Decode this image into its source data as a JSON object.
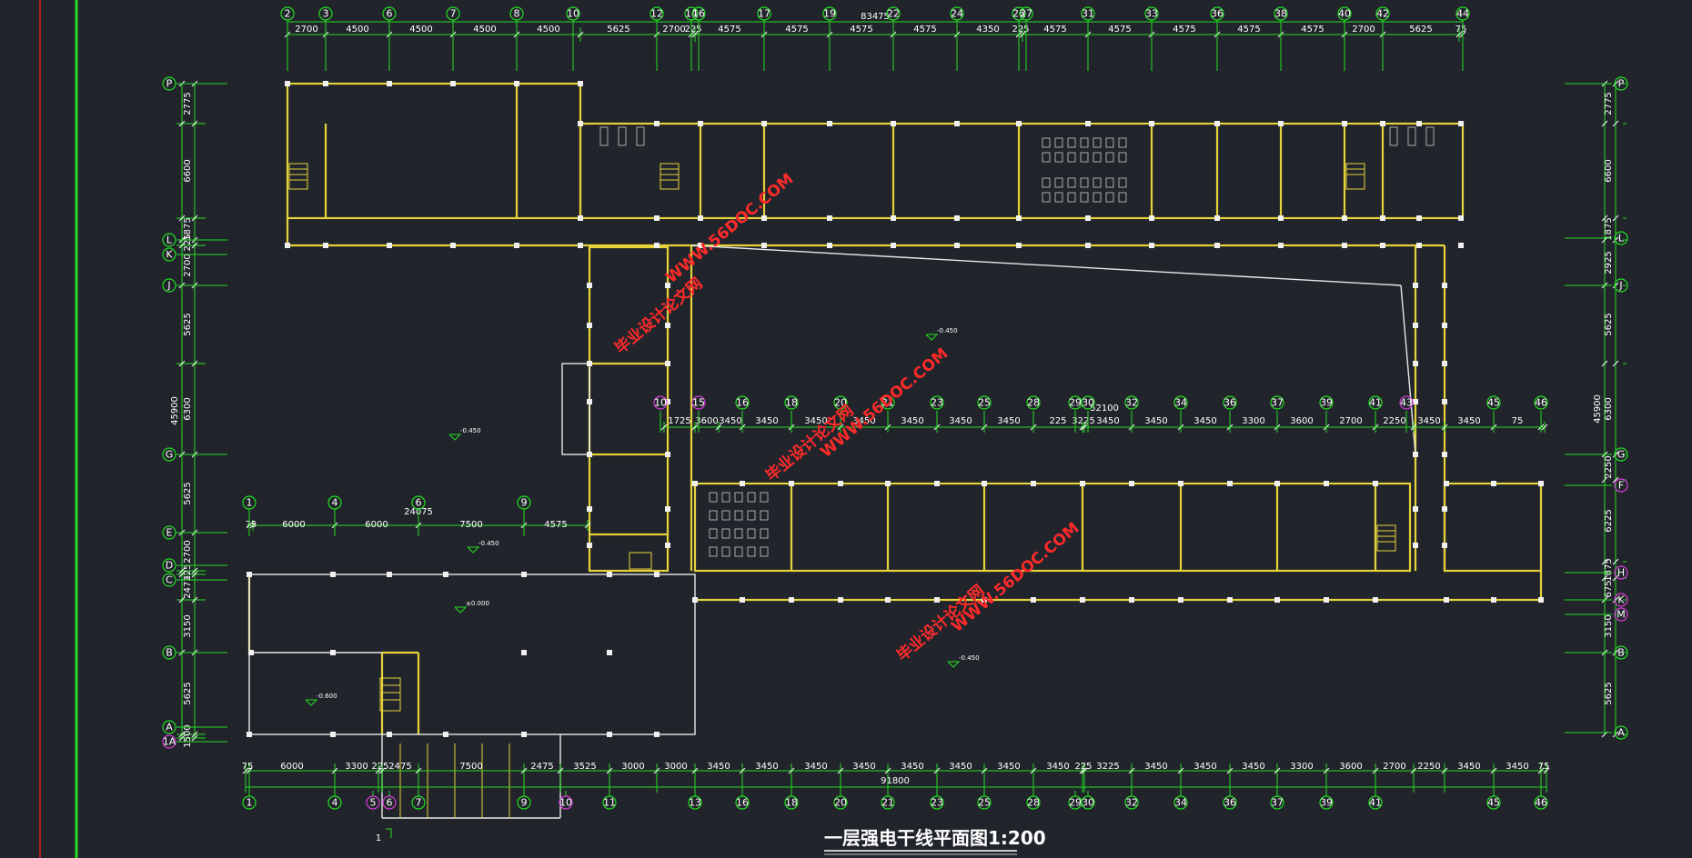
{
  "drawing_title": "一层强电干线平面图1:200",
  "section_mark": "1",
  "watermark": {
    "site": "WWW.56DOC.COM",
    "cn": "毕业设计论文网"
  },
  "top_axes": [
    "2",
    "3",
    "6",
    "7",
    "8",
    "10",
    "12",
    "14",
    "16",
    "17",
    "19",
    "22",
    "24",
    "26",
    "27",
    "31",
    "33",
    "36",
    "38",
    "40",
    "42",
    "44"
  ],
  "top_total": "83475",
  "top_dims": [
    "2700",
    "4500",
    "4500",
    "4500",
    "4500",
    "5625",
    "2700",
    "225",
    "4575",
    "4575",
    "4575",
    "4575",
    "4350",
    "225",
    "4575",
    "4575",
    "4575",
    "4575",
    "4575",
    "2700",
    "5625",
    "75"
  ],
  "left_axes": [
    "P",
    "L",
    "K",
    "J",
    "G",
    "E",
    "D",
    "C",
    "B",
    "A",
    "1A"
  ],
  "left_dims": [
    "2775",
    "6600",
    "1875",
    "225",
    "2700",
    "5625",
    "6300",
    "5625",
    "2700",
    "225",
    "2475",
    "3150",
    "5625",
    "1500"
  ],
  "left_total": "45900",
  "right_axes": [
    "P",
    "L",
    "J",
    "G",
    "F",
    "H",
    "K",
    "M",
    "B",
    "A"
  ],
  "right_dims": [
    "2775",
    "6600",
    "1875",
    "2925",
    "5625",
    "6300",
    "2250",
    "6225",
    "1875",
    "675",
    "3150",
    "5625"
  ],
  "right_total": "45900",
  "mid_axes": [
    "10",
    "15",
    "16",
    "18",
    "20",
    "21",
    "23",
    "25",
    "28",
    "29",
    "30",
    "32",
    "34",
    "36",
    "37",
    "39",
    "41",
    "43",
    "45",
    "46"
  ],
  "mid_total": "52100",
  "mid_dims": [
    "1725",
    "3600",
    "3450",
    "3450",
    "3450",
    "3450",
    "3450",
    "3450",
    "3450",
    "225",
    "3225",
    "3450",
    "3450",
    "3450",
    "3300",
    "3600",
    "2700",
    "2250",
    "3450",
    "3450",
    "75"
  ],
  "sub_axes": [
    "1",
    "4",
    "6",
    "9"
  ],
  "sub_total": "24075",
  "sub_dims": [
    "75",
    "6000",
    "6000",
    "7500",
    "4575"
  ],
  "bottom_axes": [
    "1",
    "4",
    "5",
    "6",
    "7",
    "9",
    "10",
    "11",
    "13",
    "16",
    "18",
    "20",
    "21",
    "23",
    "25",
    "28",
    "29",
    "30",
    "32",
    "34",
    "36",
    "37",
    "39",
    "41",
    "45",
    "46"
  ],
  "bottom_total": "91800",
  "bottom_dims": [
    "75",
    "6000",
    "3300",
    "225",
    "2475",
    "7500",
    "2475",
    "3525",
    "3000",
    "3000",
    "3450",
    "3450",
    "3450",
    "3450",
    "3450",
    "3450",
    "3450",
    "3450",
    "225",
    "3225",
    "3450",
    "3450",
    "3450",
    "3300",
    "3600",
    "2700",
    "2250",
    "3450",
    "3450",
    "75"
  ],
  "level_marks": [
    "-0.450",
    "-0.450",
    "-0.450",
    "-0.450",
    "±0.000",
    "-0.600"
  ],
  "colors": {
    "background": "#21252b",
    "wall": "#e6d23a",
    "dimension": "#22dd22",
    "axis_bubble": "#22dd22",
    "alt_axis": "#d63cd6",
    "border": "#22dd22",
    "border_red": "#e02020",
    "watermark": "#ff2a2a"
  }
}
